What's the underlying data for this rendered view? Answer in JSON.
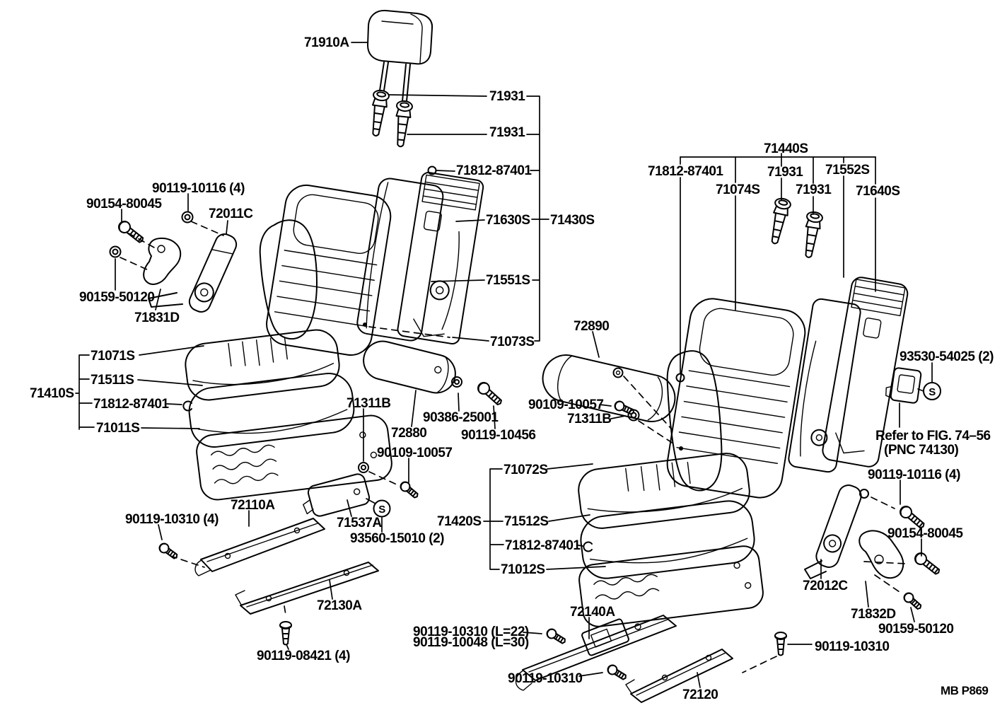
{
  "page": {
    "background": "#ffffff",
    "ink_color": "#000000",
    "footer_code": "MB P869"
  },
  "note": {
    "line1": "Refer to FIG. 74–56",
    "line2": "(PNC 74130)"
  },
  "labels": {
    "l_71910A": "71910A",
    "l_71931_a": "71931",
    "l_71931_b": "71931",
    "l_71812_a": "71812-87401",
    "l_71630S": "71630S",
    "l_71430S": "71430S",
    "l_71551S": "71551S",
    "l_71073S": "71073S",
    "l_90119_10116_a": "90119-10116 (4)",
    "l_90154_80045_a": "90154-80045",
    "l_72011C": "72011C",
    "l_90159_50120_a": "90159-50120",
    "l_71831D": "71831D",
    "l_71071S": "71071S",
    "l_71511S": "71511S",
    "l_71410S": "71410S",
    "l_71812_b": "71812-87401",
    "l_71011S": "71011S",
    "l_71311B_a": "71311B",
    "l_72880": "72880",
    "l_90386_25001": "90386-25001",
    "l_90119_10456": "90119-10456",
    "l_90109_10057_a": "90109-10057",
    "l_72110A": "72110A",
    "l_90119_10310_4": "90119-10310 (4)",
    "l_71537A": "71537A",
    "l_93560_15010": "93560-15010 (2)",
    "l_72130A": "72130A",
    "l_90119_08421": "90119-08421 (4)",
    "l_90119_10310_L22": "90119-10310 (L=22)",
    "l_90119_10048_L30": "90119-10048 (L=30)",
    "l_72890": "72890",
    "l_90109_10057_b": "90109-10057",
    "l_71311B_b": "71311B",
    "l_71440S": "71440S",
    "l_71812_c": "71812-87401",
    "l_71931_c": "71931",
    "l_71552S": "71552S",
    "l_71074S": "71074S",
    "l_71931_d": "71931",
    "l_71640S": "71640S",
    "l_93530_54025": "93530-54025 (2)",
    "l_71072S": "71072S",
    "l_71420S": "71420S",
    "l_71512S": "71512S",
    "l_71812_d": "71812-87401",
    "l_71012S": "71012S",
    "l_90119_10116_b": "90119-10116 (4)",
    "l_90154_80045_b": "90154-80045",
    "l_72012C": "72012C",
    "l_71832D": "71832D",
    "l_90159_50120_b": "90159-50120",
    "l_72140A": "72140A",
    "l_90119_10310_a": "90119-10310",
    "l_90119_10310_b": "90119-10310",
    "l_72120": "72120",
    "s_left": "S",
    "s_right": "S"
  }
}
